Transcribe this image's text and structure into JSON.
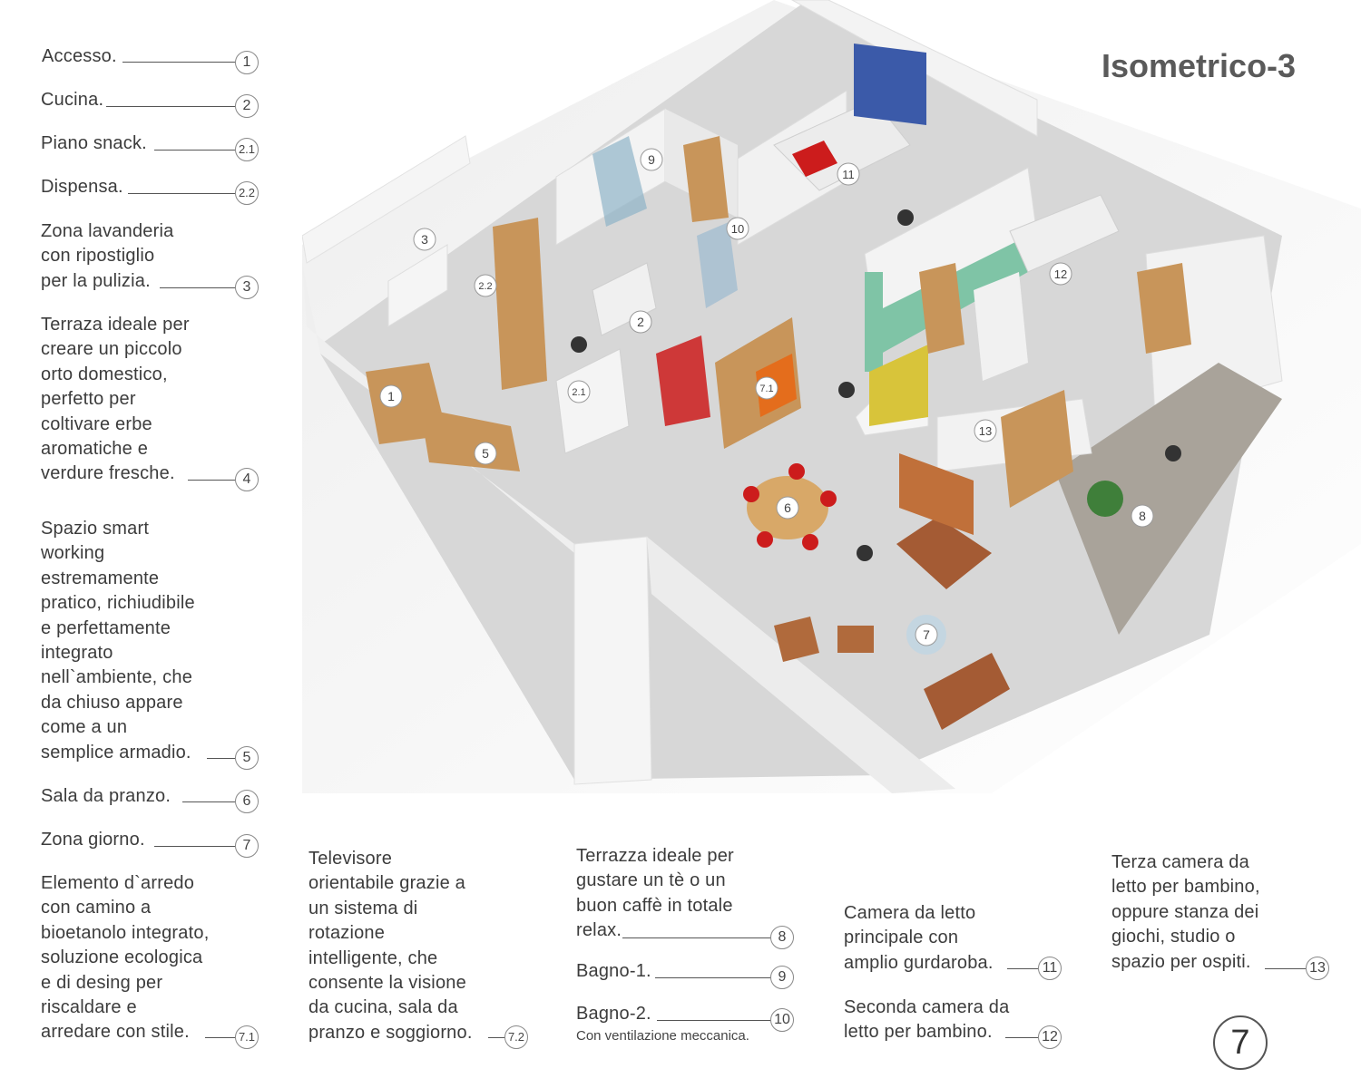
{
  "title": "Isometrico-3",
  "page_number": "7",
  "left_legend": [
    {
      "text": "Accesso.",
      "badge": "1"
    },
    {
      "text": "Cucina.",
      "badge": "2"
    },
    {
      "text": "Piano snack.",
      "badge": "2.1"
    },
    {
      "text": "Dispensa.",
      "badge": "2.2"
    },
    {
      "text": "Zona lavanderia\ncon ripostiglio\nper la pulizia.",
      "badge": "3"
    },
    {
      "text": "Terraza ideale per\ncreare un piccolo\norto domestico,\nperfetto per\ncoltivare erbe\naromatiche e\nverdure fresche.",
      "badge": "4"
    },
    {
      "text": "Spazio smart\nworking\nestremamente\npratico, richiudibile\ne perfettamente\nintegrato\nnell`ambiente, che\nda chiuso appare\ncome a un\nsemplice armadio.",
      "badge": "5"
    },
    {
      "text": "Sala da pranzo.",
      "badge": "6"
    },
    {
      "text": "Zona giorno.",
      "badge": "7"
    },
    {
      "text": "Elemento d`arredo\ncon camino a\nbioetanolo integrato,\nsoluzione ecologica\ne di desing per\nriscaldare e\narredare con stile.",
      "badge": "7.1"
    }
  ],
  "bottom_legend": [
    {
      "text": "Televisore\norientabile grazie a\nun sistema di\nrotazione\nintelligente, che\nconsente la visione\nda cucina, sala da\npranzo e soggiorno.",
      "badge": "7.2"
    },
    {
      "text": "Terrazza ideale per\ngustare un tè o un\nbuon caffè in totale\nrelax.",
      "badge": "8"
    },
    {
      "text": "Bagno-1.",
      "badge": "9"
    },
    {
      "text": "Bagno-2.",
      "badge": "10",
      "note": "Con ventilazione meccanica."
    },
    {
      "text": "Camera da letto\nprincipale con\namplio gurdaroba.",
      "badge": "11"
    },
    {
      "text": "Seconda camera da\nletto per bambino.",
      "badge": "12"
    },
    {
      "text": "Terza camera da\nletto per bambino,\noppure stanza dei\ngiochi, studio o\nspazio per ospiti.",
      "badge": "13"
    }
  ],
  "plan_markers": [
    "1",
    "2",
    "2.1",
    "2.2",
    "3",
    "5",
    "6",
    "7",
    "7.1",
    "8",
    "9",
    "10",
    "11",
    "12",
    "13"
  ],
  "colors": {
    "text": "#3c3c3c",
    "floor": "#d8d8d8",
    "wall": "#f4f4f4",
    "wood": "#c8955a",
    "accent_red": "#cc1c1c",
    "green_wall": "#7fc4a6",
    "yellow_wall": "#d8c43a"
  }
}
